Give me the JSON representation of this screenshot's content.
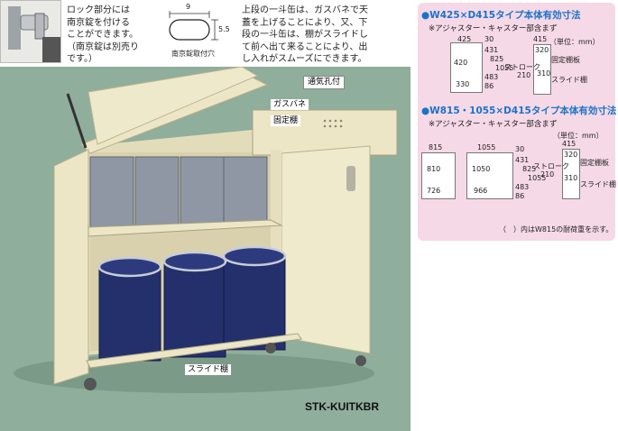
{
  "top": {
    "lock_note": [
      "ロック部分には",
      "南京錠を付ける",
      "ことができます。",
      "（南京錠は別売り",
      "です。）"
    ],
    "hole_dims": {
      "width": "9",
      "height": "5.5",
      "caption": "南京錠取付穴"
    },
    "upper_note": [
      "上段の一斗缶は、ガスバネで天",
      "蓋を上げることにより、又、下",
      "段の一斗缶は、棚がスライドし",
      "て前へ出て来ることにより、出",
      "し入れがスムーズにできます。"
    ]
  },
  "hero": {
    "labels": {
      "vent": "通気孔付",
      "gas_spring": "ガスバネ",
      "fixed_shelf": "固定棚",
      "slide_shelf": "スライド棚"
    },
    "model": "STK-KUITKBR"
  },
  "spec": {
    "section1": {
      "heading": "●W425×D415タイプ本体有効寸法",
      "sub": "※アジャスター・キャスター部含まず",
      "unit": "（単位：mm）",
      "dims": [
        "425",
        "420",
        "330",
        "415",
        "30",
        "320",
        "431",
        "825",
        "1055",
        "483",
        "86",
        "ストローク",
        "210",
        "310",
        "固定棚板",
        "スライド棚"
      ]
    },
    "section2": {
      "heading": "●W815・1055×D415タイプ本体有効寸法",
      "sub": "※アジャスター・キャスター部含まず",
      "unit": "（単位：mm）",
      "dims": [
        "815",
        "1055",
        "810",
        "1050",
        "726",
        "966",
        "30",
        "431",
        "825",
        "1055",
        "483",
        "86",
        "415",
        "320",
        "ストローク",
        "210",
        "310",
        "固定棚板",
        "スライド棚"
      ]
    },
    "footnote": "（　）内はW815の耐荷重を示す。"
  },
  "colors": {
    "hero_bg": "#8fae9c",
    "cabinet": "#ede6c6",
    "panel_bg": "#f6d9e6",
    "heading": "#1a73c9",
    "drum": "#23306b",
    "can": "#8e97a3"
  }
}
